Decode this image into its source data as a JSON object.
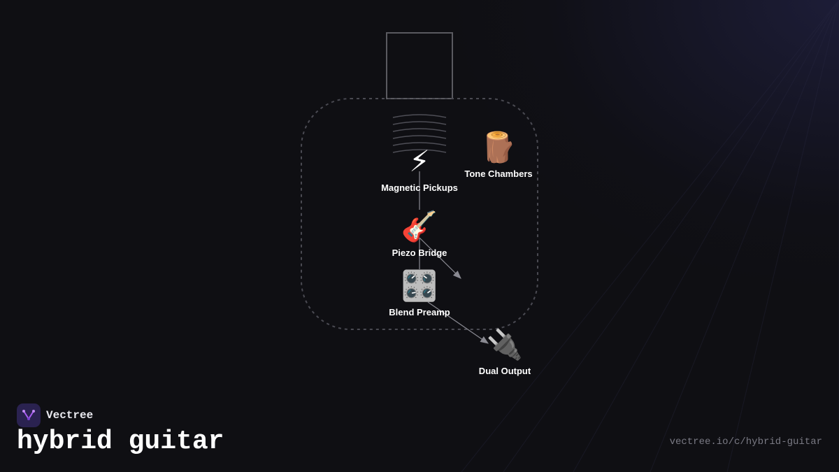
{
  "brand": {
    "name": "Vectree",
    "logo_icon": "vectree-logo-icon",
    "accent": "#a85df0"
  },
  "title": "hybrid guitar",
  "url": "vectree.io/c/hybrid-guitar",
  "nodes": [
    {
      "id": "magnetic",
      "label": "Magnetic Pickups",
      "icon": "lightning-icon",
      "emoji": "⚡"
    },
    {
      "id": "tone",
      "label": "Tone Chambers",
      "icon": "wood-log-icon",
      "emoji": "🪵"
    },
    {
      "id": "piezo",
      "label": "Piezo Bridge",
      "icon": "guitar-icon",
      "emoji": "🎸"
    },
    {
      "id": "preamp",
      "label": "Blend Preamp",
      "icon": "control-knobs-icon",
      "emoji": "🎛️"
    },
    {
      "id": "output",
      "label": "Dual Output",
      "icon": "electric-plug-icon",
      "emoji": "🔌"
    }
  ]
}
